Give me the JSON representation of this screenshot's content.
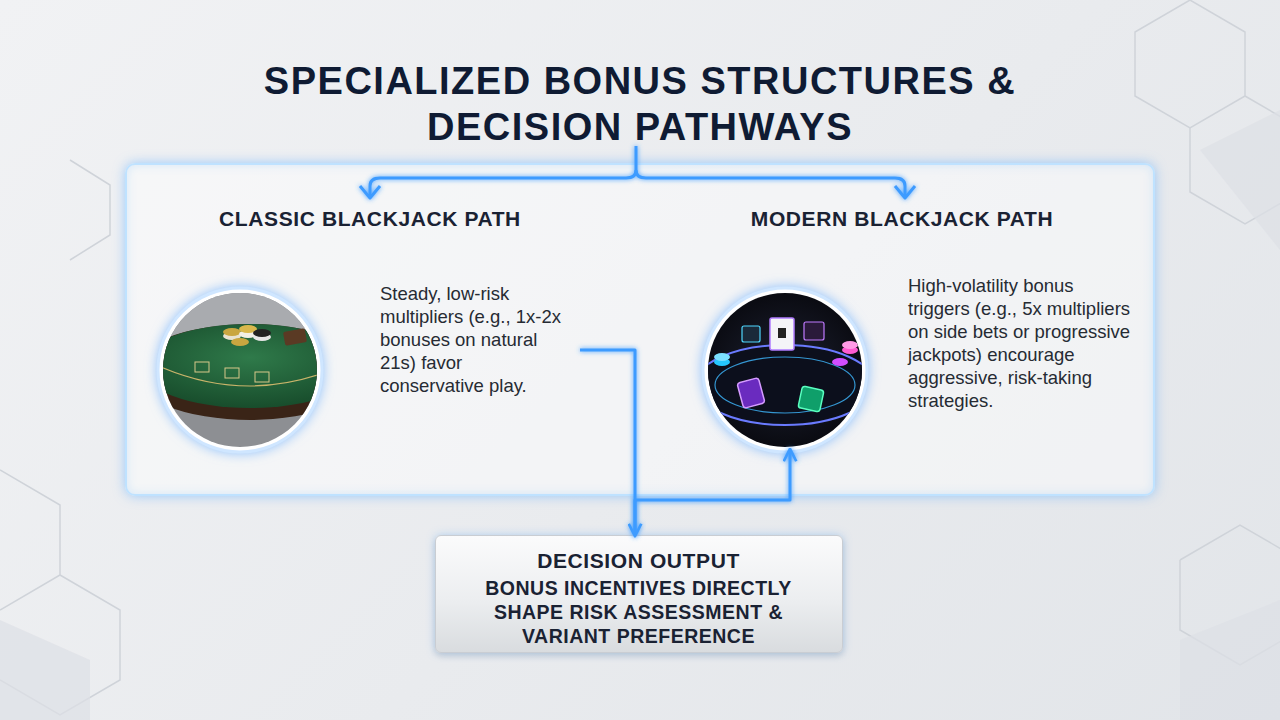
{
  "diagram": {
    "title": "SPECIALIZED BONUS STRUCTURES & DECISION PATHWAYS",
    "nodes": [
      {
        "text": [
          "CLASSIC BLACKJACK PATH",
          "Steady, low-risk multipliers (e.g., 1x-2x bonuses on natural 21s) favor conservative play."
        ]
      },
      {
        "text": [
          "MODERN BLACKJACK PATH",
          "High-volatility bonus triggers (e.g., 5x multipliers on side bets or progressive jackpots) encourage aggressive, risk-taking strategies."
        ]
      },
      {
        "text": [
          "DECISION OUTPUT",
          "BONUS INCENTIVES DIRECTLY SHAPE RISK ASSESSMENT & VARIANT PREFERENCE"
        ]
      }
    ],
    "edges": [
      {
        "from": 0,
        "to": 1,
        "arrow": "to"
      },
      {
        "from": 0,
        "to": 2,
        "arrow": "to"
      },
      {
        "from": 2,
        "to": 1,
        "arrow": "to"
      }
    ]
  }
}
